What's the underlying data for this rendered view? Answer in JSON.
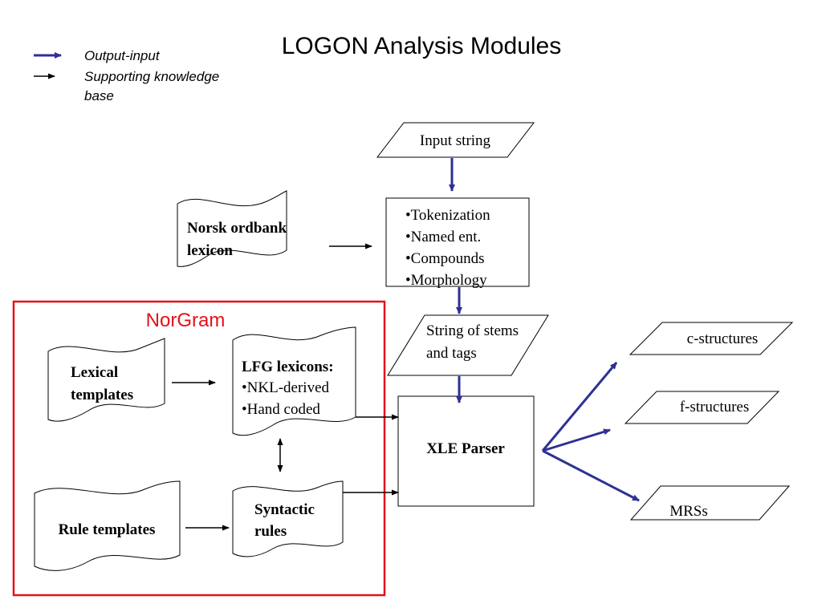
{
  "title": "LOGON Analysis Modules",
  "legend": {
    "output_input": "Output-input",
    "supporting_line1": "Supporting knowledge",
    "supporting_line2": "base"
  },
  "norgram_label": "NorGram",
  "nodes": {
    "input_string": "Input string",
    "preprocess": [
      "•Tokenization",
      "•Named ent.",
      "•Compounds",
      "•Morphology"
    ],
    "norsk_ordbank": [
      "Norsk ordbank",
      "lexicon"
    ],
    "stems_tags": [
      "String of stems",
      "and tags"
    ],
    "lexical_templates": [
      "Lexical",
      "templates"
    ],
    "lfg_lexicons": [
      "LFG lexicons:",
      "•NKL-derived",
      "•Hand coded"
    ],
    "rule_templates": "Rule templates",
    "syntactic_rules": [
      "Syntactic",
      "rules"
    ],
    "xle_parser": "XLE Parser",
    "c_structures": "c-structures",
    "f_structures": "f-structures",
    "mrss": "MRSs"
  },
  "colors": {
    "output_arrow": "#2e3192",
    "norgram_frame": "#e3111b",
    "norgram_text": "#e3111b",
    "stroke": "#000000"
  }
}
